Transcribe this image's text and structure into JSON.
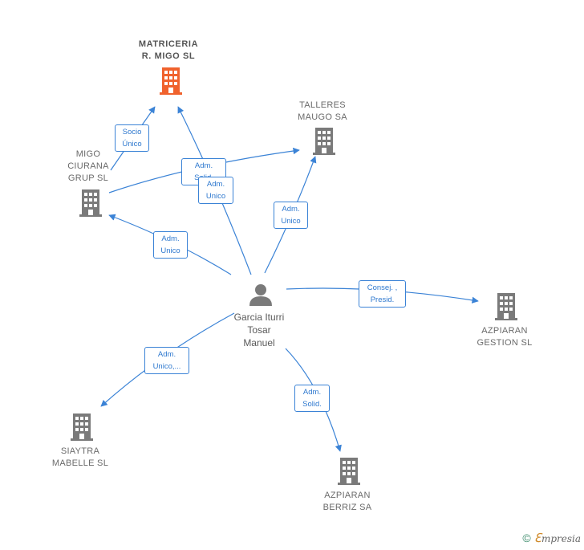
{
  "nodes": {
    "matriceria": {
      "label": "MATRICERIA\nR.  MIGO  SL"
    },
    "talleres": {
      "label": "TALLERES\nMAUGO SA"
    },
    "migo": {
      "label": "MIGO\nCIURANA\nGRUP SL"
    },
    "azpiaran_gestion": {
      "label": "AZPIARAN\nGESTION SL"
    },
    "siaytra": {
      "label": "SIAYTRA\nMABELLE  SL"
    },
    "azpiaran_berriz": {
      "label": "AZPIARAN\nBERRIZ SA"
    },
    "person": {
      "label": "Garcia Iturri\nTosar\nManuel"
    }
  },
  "edges": {
    "socio_unico": "Socio\nÚnico",
    "adm_solid_1": "Adm.\nSolid.",
    "adm_unico_1": "Adm.\nUnico",
    "adm_unico_2": "Adm.\nUnico",
    "adm_unico_3": "Adm.\nUnico",
    "consej": "Consej. ,\nPresid.",
    "adm_unico_4": "Adm.\nUnico,...",
    "adm_solid_2": "Adm.\nSolid."
  },
  "colors": {
    "edge": "#3b83d6",
    "building": "#7a7a7a",
    "focus_building": "#f0622d",
    "person": "#7a7a7a"
  },
  "footer": {
    "copyright_symbol": "©",
    "brand_initial": "ℇ",
    "brand_rest": "mpresia"
  }
}
